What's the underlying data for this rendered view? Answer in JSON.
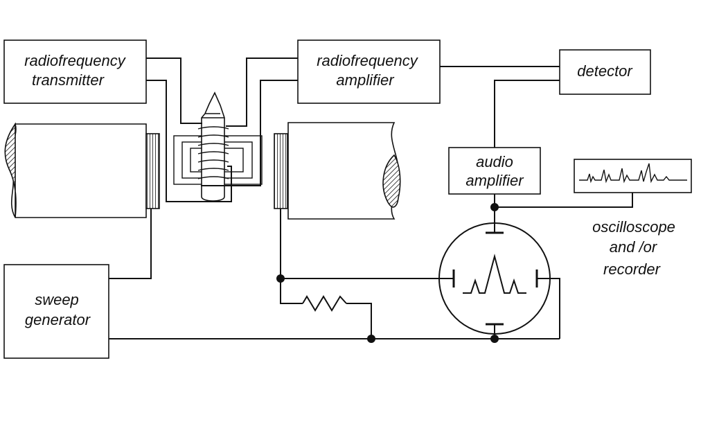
{
  "diagram": {
    "blocks": {
      "rf_transmitter": [
        "radiofrequency",
        "transmitter"
      ],
      "rf_amplifier": [
        "radiofrequency",
        "amplifier"
      ],
      "detector": [
        "detector"
      ],
      "audio_amplifier": [
        "audio",
        "amplifier"
      ],
      "sweep_generator": [
        "sweep",
        "generator"
      ],
      "oscilloscope_recorder": [
        "oscilloscope",
        "and /or",
        "recorder"
      ]
    },
    "colors": {
      "ink": "#111111",
      "paper": "#ffffff"
    }
  }
}
